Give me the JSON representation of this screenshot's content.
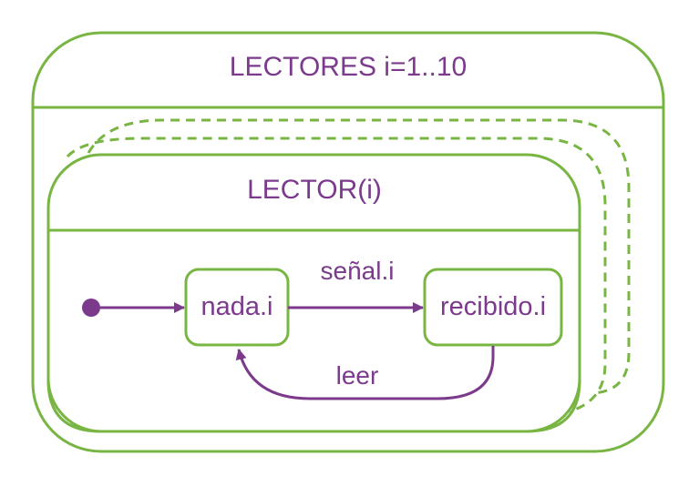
{
  "diagram": {
    "outer_state": {
      "label": "LECTORES i=1..10"
    },
    "inner_state": {
      "label": "LECTOR(i)"
    },
    "states": [
      {
        "id": "nada",
        "label": "nada.i"
      },
      {
        "id": "recibido",
        "label": "recibido.i"
      }
    ],
    "transitions": [
      {
        "from": "initial",
        "to": "nada",
        "label": ""
      },
      {
        "from": "nada",
        "to": "recibido",
        "label": "señal.i"
      },
      {
        "from": "recibido",
        "to": "nada",
        "label": "leer"
      }
    ],
    "colors": {
      "stroke": "#78b543",
      "text": "#7b3a8c",
      "arrow": "#7b3a8c"
    }
  }
}
